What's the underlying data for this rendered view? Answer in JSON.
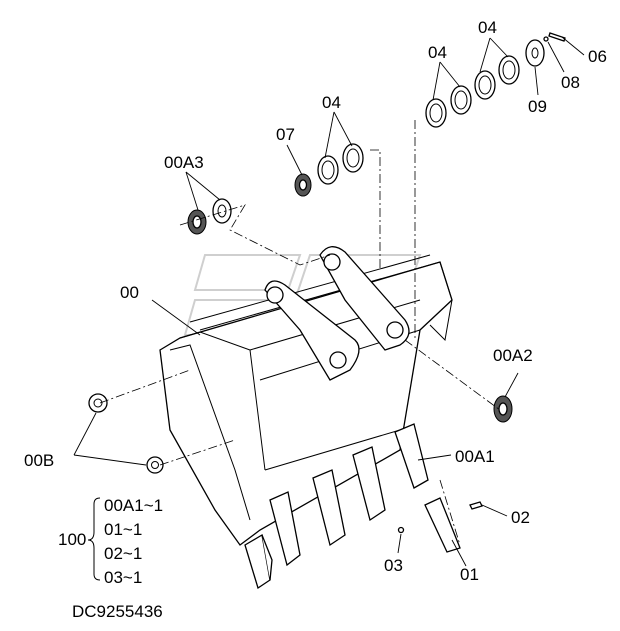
{
  "labels": {
    "l00": "00",
    "l00a1": "00A1",
    "l00a2": "00A2",
    "l00a3": "00A3",
    "l00b": "00B",
    "l01": "01",
    "l02": "02",
    "l03": "03",
    "l04a": "04",
    "l04b": "04",
    "l04c": "04",
    "l06": "06",
    "l07": "07",
    "l08": "08",
    "l09": "09"
  },
  "kit": {
    "qty": "100",
    "items": [
      "00A1~1",
      "01~1",
      "02~1",
      "03~1"
    ]
  },
  "drawing_number": "DC9255436"
}
